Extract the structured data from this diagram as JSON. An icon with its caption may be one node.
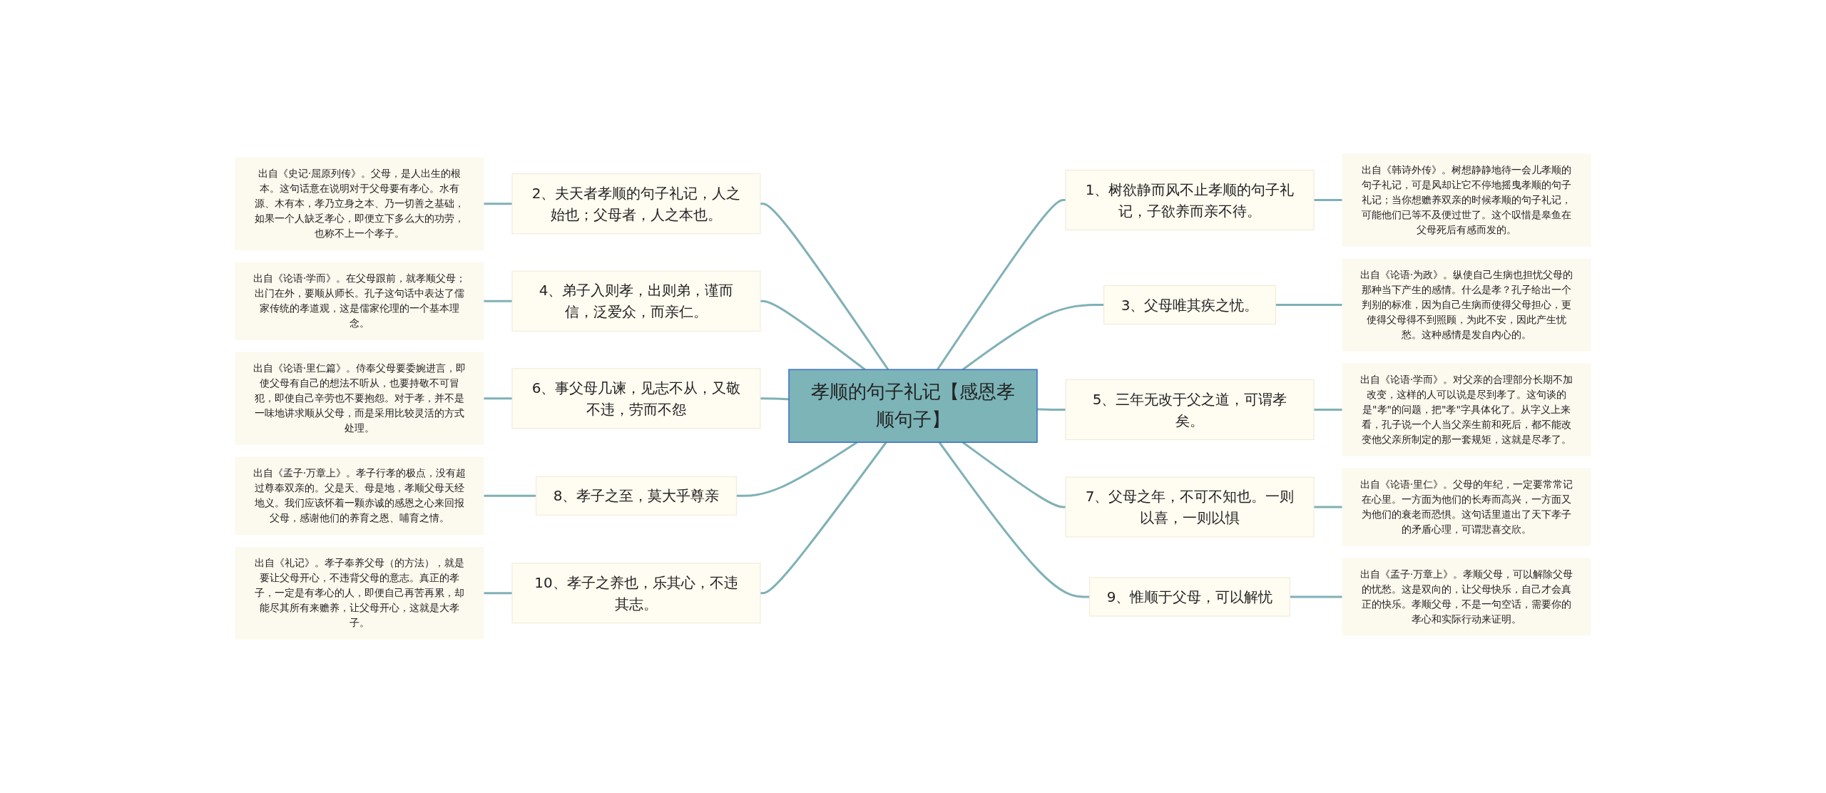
{
  "diagram": {
    "nodes": [
      {
        "text": [
          "孝顺的句子礼记【感恩孝顺句子】"
        ]
      },
      {
        "text": [
          "1、树欲静而风不止孝顺的句子礼记，子欲养而亲不待。"
        ]
      },
      {
        "text": [
          "出自《韩诗外传》。树想静静地待一会儿孝顺的句子礼记，可是风却让它不停地摇曳孝顺的句子礼记；当你想赡养双亲的时候孝顺的句子礼记，可能他们已等不及便过世了。这个叹惜是皋鱼在父母死后有感而发的。"
        ]
      },
      {
        "text": [
          "2、夫天者孝顺的句子礼记，人之始也；父母者，人之本也。"
        ]
      },
      {
        "text": [
          "出自《史记·屈原列传》。父母，是人出生的根本。这句话意在说明对于父母要有孝心。水有源、木有本，孝乃立身之本、乃一切善之基础，如果一个人缺乏孝心，即便立下多么大的功劳，也称不上一个孝子。"
        ]
      },
      {
        "text": [
          "3、父母唯其疾之忧。"
        ]
      },
      {
        "text": [
          "出自《论语·为政》。纵使自己生病也担忧父母的那种当下产生的感情。什么是孝？孔子给出一个判别的标准，因为自己生病而使得父母担心，更使得父母得不到照顾，为此不安，因此产生忧愁。这种感情是发自内心的。"
        ]
      },
      {
        "text": [
          "4、弟子入则孝，出则弟，谨而信，泛爱众，而亲仁。"
        ]
      },
      {
        "text": [
          "出自《论语·学而》。在父母跟前，就孝顺父母；出门在外，要顺从师长。孔子这句话中表达了儒家传统的孝道观，这是儒家伦理的一个基本理念。"
        ]
      },
      {
        "text": [
          "5、三年无改于父之道，可谓孝矣。"
        ]
      },
      {
        "text": [
          "出自《论语·学而》。对父亲的合理部分长期不加改变，这样的人可以说是尽到孝了。这句谈的是\"孝\"的问题，把\"孝\"字具体化了。从字义上来看，孔子说一个人当父亲生前和死后，都不能改变他父亲所制定的那一套规矩，这就是尽孝了。"
        ]
      },
      {
        "text": [
          "6、事父母几谏，见志不从，又敬不违，劳而不怨"
        ]
      },
      {
        "text": [
          "出自《论语·里仁篇》。侍奉父母要委婉进言，即使父母有自己的想法不听从，也要持敬不可冒犯，即使自己辛劳也不要抱怨。对于孝，并不是一味地讲求顺从父母，而是采用比较灵活的方式处理。"
        ]
      },
      {
        "text": [
          "7、父母之年，不可不知也。一则以喜，一则以惧"
        ]
      },
      {
        "text": [
          "出自《论语·里仁》。父母的年纪，一定要常常记在心里。一方面为他们的长寿而高兴，一方面又为他们的衰老而恐惧。这句话里道出了天下孝子的矛盾心理，可谓悲喜交欣。"
        ]
      },
      {
        "text": [
          "8、孝子之至，莫大乎尊亲"
        ]
      },
      {
        "text": [
          "出自《孟子·万章上》。孝子行孝的极点，没有超过尊奉双亲的。父是天、母是地，孝顺父母天经地义。我们应该怀着一颗赤诚的感恩之心来回报父母，感谢他们的养育之恩、哺育之情。"
        ]
      },
      {
        "text": [
          "9、惟顺于父母，可以解忧"
        ]
      },
      {
        "text": [
          "出自《孟子·万章上》。孝顺父母，可以解除父母的忧愁。这是双向的，让父母快乐，自己才会真正的快乐。孝顺父母，不是一句空话，需要你的孝心和实际行动来证明。"
        ]
      },
      {
        "text": [
          "10、孝子之养也，乐其心，不违其志。"
        ]
      },
      {
        "text": [
          "出自《礼记》。孝子奉养父母（的方法），就是要让父母开心，不违背父母的意志。真正的孝子，一定是有孝心的人，即便自己再苦再累，却能尽其所有来赡养，让父母开心，这就是大孝子。"
        ]
      }
    ],
    "edges": [
      {
        "from": 0,
        "to": 1,
        "arrow": "none"
      },
      {
        "from": 1,
        "to": 2,
        "arrow": "none"
      },
      {
        "from": 0,
        "to": 3,
        "arrow": "none"
      },
      {
        "from": 3,
        "to": 4,
        "arrow": "none"
      },
      {
        "from": 0,
        "to": 5,
        "arrow": "none"
      },
      {
        "from": 5,
        "to": 6,
        "arrow": "none"
      },
      {
        "from": 0,
        "to": 7,
        "arrow": "none"
      },
      {
        "from": 7,
        "to": 8,
        "arrow": "none"
      },
      {
        "from": 0,
        "to": 9,
        "arrow": "none"
      },
      {
        "from": 9,
        "to": 10,
        "arrow": "none"
      },
      {
        "from": 0,
        "to": 11,
        "arrow": "none"
      },
      {
        "from": 11,
        "to": 12,
        "arrow": "none"
      },
      {
        "from": 0,
        "to": 13,
        "arrow": "none"
      },
      {
        "from": 13,
        "to": 14,
        "arrow": "none"
      },
      {
        "from": 0,
        "to": 15,
        "arrow": "none"
      },
      {
        "from": 15,
        "to": 16,
        "arrow": "none"
      },
      {
        "from": 0,
        "to": 17,
        "arrow": "none"
      },
      {
        "from": 17,
        "to": 18,
        "arrow": "none"
      },
      {
        "from": 0,
        "to": 19,
        "arrow": "none"
      },
      {
        "from": 19,
        "to": 20,
        "arrow": "none"
      }
    ]
  }
}
